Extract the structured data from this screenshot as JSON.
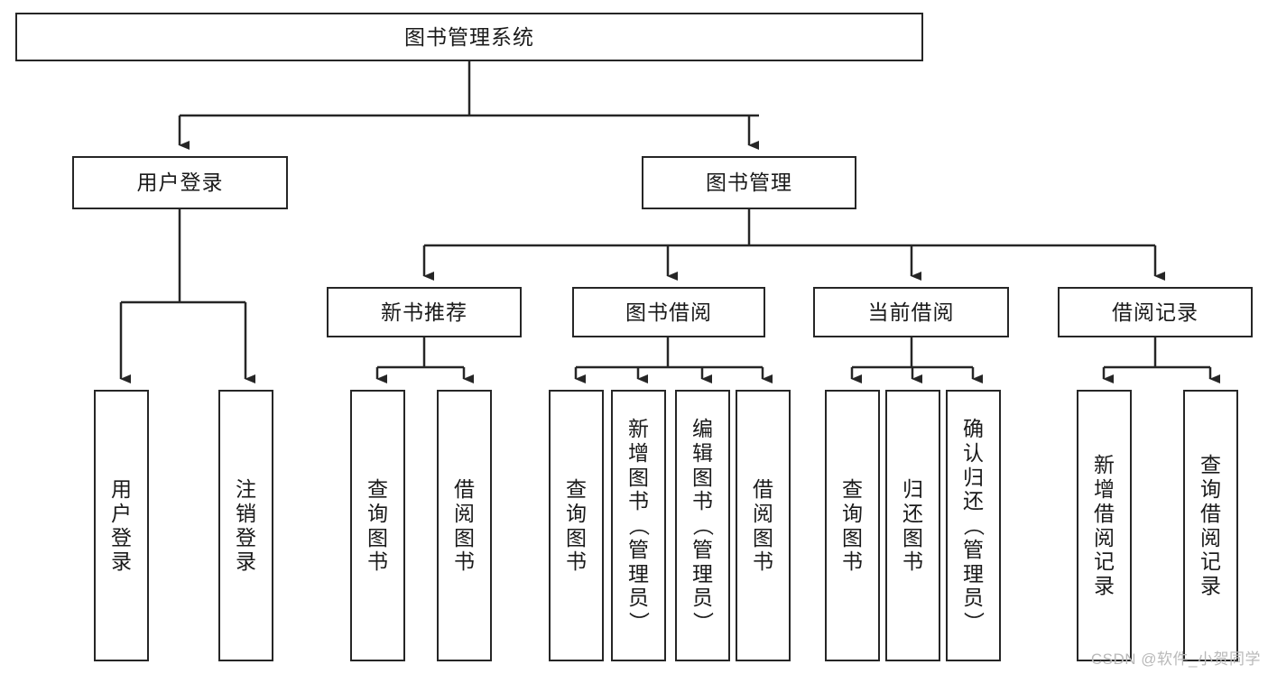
{
  "diagram": {
    "title": "图书管理系统",
    "type": "hierarchy-tree",
    "root": {
      "label": "图书管理系统"
    },
    "level2": [
      {
        "label": "用户登录"
      },
      {
        "label": "图书管理"
      }
    ],
    "level3": [
      {
        "label": "新书推荐"
      },
      {
        "label": "图书借阅"
      },
      {
        "label": "当前借阅"
      },
      {
        "label": "借阅记录"
      }
    ],
    "leaves": {
      "user_login": [
        {
          "label": "用户登录"
        },
        {
          "label": "注销登录"
        }
      ],
      "new_book_recommend": [
        {
          "label": "查询图书"
        },
        {
          "label": "借阅图书"
        }
      ],
      "book_borrow": [
        {
          "label": "查询图书"
        },
        {
          "label": "新增图书（管理员）"
        },
        {
          "label": "编辑图书（管理员）"
        },
        {
          "label": "借阅图书"
        }
      ],
      "current_borrow": [
        {
          "label": "查询图书"
        },
        {
          "label": "归还图书"
        },
        {
          "label": "确认归还（管理员）"
        }
      ],
      "borrow_record": [
        {
          "label": "新增借阅记录"
        },
        {
          "label": "查询借阅记录"
        }
      ]
    },
    "colors": {
      "stroke": "#262626",
      "fill": "#ffffff",
      "text": "#1a1a1a",
      "watermark": "#b9b9b9"
    }
  },
  "watermark": {
    "text": "CSDN @软件_小贺同学"
  }
}
